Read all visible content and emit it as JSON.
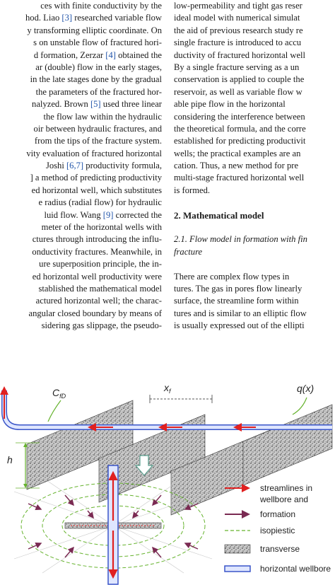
{
  "left_column": [
    {
      "parts": [
        {
          "t": "ces with finite conductivity by the"
        }
      ]
    },
    {
      "parts": [
        {
          "t": "hod. Liao "
        },
        {
          "t": "[3]",
          "ref": true
        },
        {
          "t": " researched variable flow"
        }
      ]
    },
    {
      "parts": [
        {
          "t": "y transforming elliptic coordinate. On"
        }
      ]
    },
    {
      "parts": [
        {
          "t": "s on unstable flow of fractured hori-"
        }
      ]
    },
    {
      "parts": [
        {
          "t": "d formation, Zerzar "
        },
        {
          "t": "[4]",
          "ref": true
        },
        {
          "t": " obtained the"
        }
      ]
    },
    {
      "parts": [
        {
          "t": "ar (double) flow in the early stages,"
        }
      ]
    },
    {
      "parts": [
        {
          "t": "in the late stages done by the gradual"
        }
      ]
    },
    {
      "parts": [
        {
          "t": "the parameters of the fractured hor-"
        }
      ]
    },
    {
      "parts": [
        {
          "t": "nalyzed. Brown "
        },
        {
          "t": "[5]",
          "ref": true
        },
        {
          "t": " used three linear"
        }
      ]
    },
    {
      "parts": [
        {
          "t": "the flow law within the hydraulic"
        }
      ]
    },
    {
      "parts": [
        {
          "t": "oir between hydraulic fractures, and"
        }
      ]
    },
    {
      "parts": [
        {
          "t": "from the tips of the fracture system."
        }
      ]
    },
    {
      "parts": [
        {
          "t": "vity evaluation of fractured horizontal"
        }
      ]
    },
    {
      "parts": [
        {
          "t": "Joshi "
        },
        {
          "t": "[6,7]",
          "ref": true
        },
        {
          "t": " productivity formula,"
        }
      ]
    },
    {
      "parts": [
        {
          "t": "] a method of predicting productivity"
        }
      ]
    },
    {
      "parts": [
        {
          "t": "ed horizontal well, which substitutes"
        }
      ]
    },
    {
      "parts": [
        {
          "t": "e radius (radial flow) for hydraulic"
        }
      ]
    },
    {
      "parts": [
        {
          "t": "luid flow. Wang "
        },
        {
          "t": "[9]",
          "ref": true
        },
        {
          "t": " corrected the"
        }
      ]
    },
    {
      "parts": [
        {
          "t": "meter of the horizontal wells with"
        }
      ]
    },
    {
      "parts": [
        {
          "t": "ctures through introducing the influ-"
        }
      ]
    },
    {
      "parts": [
        {
          "t": "onductivity fractures. Meanwhile, in"
        }
      ]
    },
    {
      "parts": [
        {
          "t": "ure superposition principle, the in-"
        }
      ]
    },
    {
      "parts": [
        {
          "t": "ed horizontal well productivity were"
        }
      ]
    },
    {
      "parts": [
        {
          "t": "stablished the mathematical model"
        }
      ]
    },
    {
      "parts": [
        {
          "t": "actured horizontal well; the charac-"
        }
      ]
    },
    {
      "parts": [
        {
          "t": "angular closed boundary by means of"
        }
      ]
    },
    {
      "parts": [
        {
          "t": "sidering gas slippage, the pseudo-"
        }
      ]
    }
  ],
  "right_column": [
    {
      "parts": [
        {
          "t": "low-permeability and tight gas reser"
        }
      ]
    },
    {
      "parts": [
        {
          "t": "ideal model with numerical simulat"
        }
      ]
    },
    {
      "parts": [
        {
          "t": "the aid of previous research study re"
        }
      ]
    },
    {
      "parts": [
        {
          "t": "single fracture is introduced to accu"
        }
      ]
    },
    {
      "parts": [
        {
          "t": "ductivity of fractured horizontal well"
        }
      ]
    },
    {
      "parts": [
        {
          "t": "By a single fracture serving as a un"
        }
      ]
    },
    {
      "parts": [
        {
          "t": "conservation is applied to couple the"
        }
      ]
    },
    {
      "parts": [
        {
          "t": "reservoir, as well as variable flow w"
        }
      ]
    },
    {
      "parts": [
        {
          "t": "able pipe flow in the horizontal"
        }
      ]
    },
    {
      "parts": [
        {
          "t": "considering the interference between"
        }
      ]
    },
    {
      "parts": [
        {
          "t": "the theoretical formula, and the corre"
        }
      ]
    },
    {
      "parts": [
        {
          "t": "established for predicting productivit"
        }
      ]
    },
    {
      "parts": [
        {
          "t": "wells; the practical examples are an"
        }
      ]
    },
    {
      "parts": [
        {
          "t": "cation. Thus, a new method for pre"
        }
      ]
    },
    {
      "parts": [
        {
          "t": "multi-stage fractured horizontal well"
        }
      ]
    },
    {
      "parts": [
        {
          "t": "is formed."
        }
      ]
    },
    {
      "gap": true
    },
    {
      "style": "heading",
      "parts": [
        {
          "t": "2. Mathematical model"
        }
      ]
    },
    {
      "gap": true
    },
    {
      "style": "subheading",
      "parts": [
        {
          "t": "2.1. Flow model in formation with fin"
        }
      ]
    },
    {
      "style": "subheading",
      "parts": [
        {
          "t": "fracture"
        }
      ]
    },
    {
      "gap": true
    },
    {
      "parts": [
        {
          "t": "    There are complex flow types in"
        }
      ]
    },
    {
      "parts": [
        {
          "t": "tures. The gas in pores flow linearly"
        }
      ]
    },
    {
      "parts": [
        {
          "t": "surface, the streamline form within"
        }
      ]
    },
    {
      "parts": [
        {
          "t": "tures and is similar to an elliptic flow"
        }
      ]
    },
    {
      "parts": [
        {
          "t": "is usually expressed out of the ellipti"
        }
      ]
    }
  ],
  "figure": {
    "labels": {
      "cfd": "C",
      "cfd_sub": "fD",
      "xf": "x",
      "xf_sub": "f",
      "qx": "q(x)",
      "h": "h"
    },
    "legend": [
      {
        "key": "streamline",
        "text": "streamlines in"
      },
      {
        "key": "streamline_cont",
        "text": "wellbore and"
      },
      {
        "key": "formation",
        "text": "formation"
      },
      {
        "key": "isopiestic",
        "text": "isopiestic"
      },
      {
        "key": "transverse",
        "text": "transverse"
      },
      {
        "key": "wellbore",
        "text": "horizontal wellbore"
      }
    ],
    "colors": {
      "streamline": "#e02020",
      "formation": "#7a2a52",
      "isopiestic": "#66b32e",
      "wellbore_stroke": "#3a55c8",
      "wellbore_fill": "#dfe6ff",
      "fracture_fill": "#cfcfcf",
      "arrow_outline": "#5aa08f",
      "dimension": "#222222"
    }
  }
}
